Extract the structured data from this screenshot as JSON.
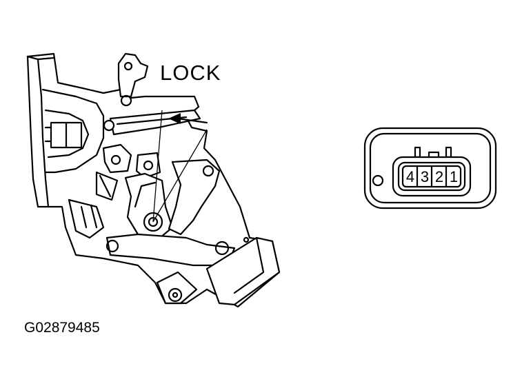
{
  "labels": {
    "lock": "LOCK",
    "figure_id": "G02879485"
  },
  "connector": {
    "pins": [
      "4",
      "3",
      "2",
      "1"
    ]
  }
}
